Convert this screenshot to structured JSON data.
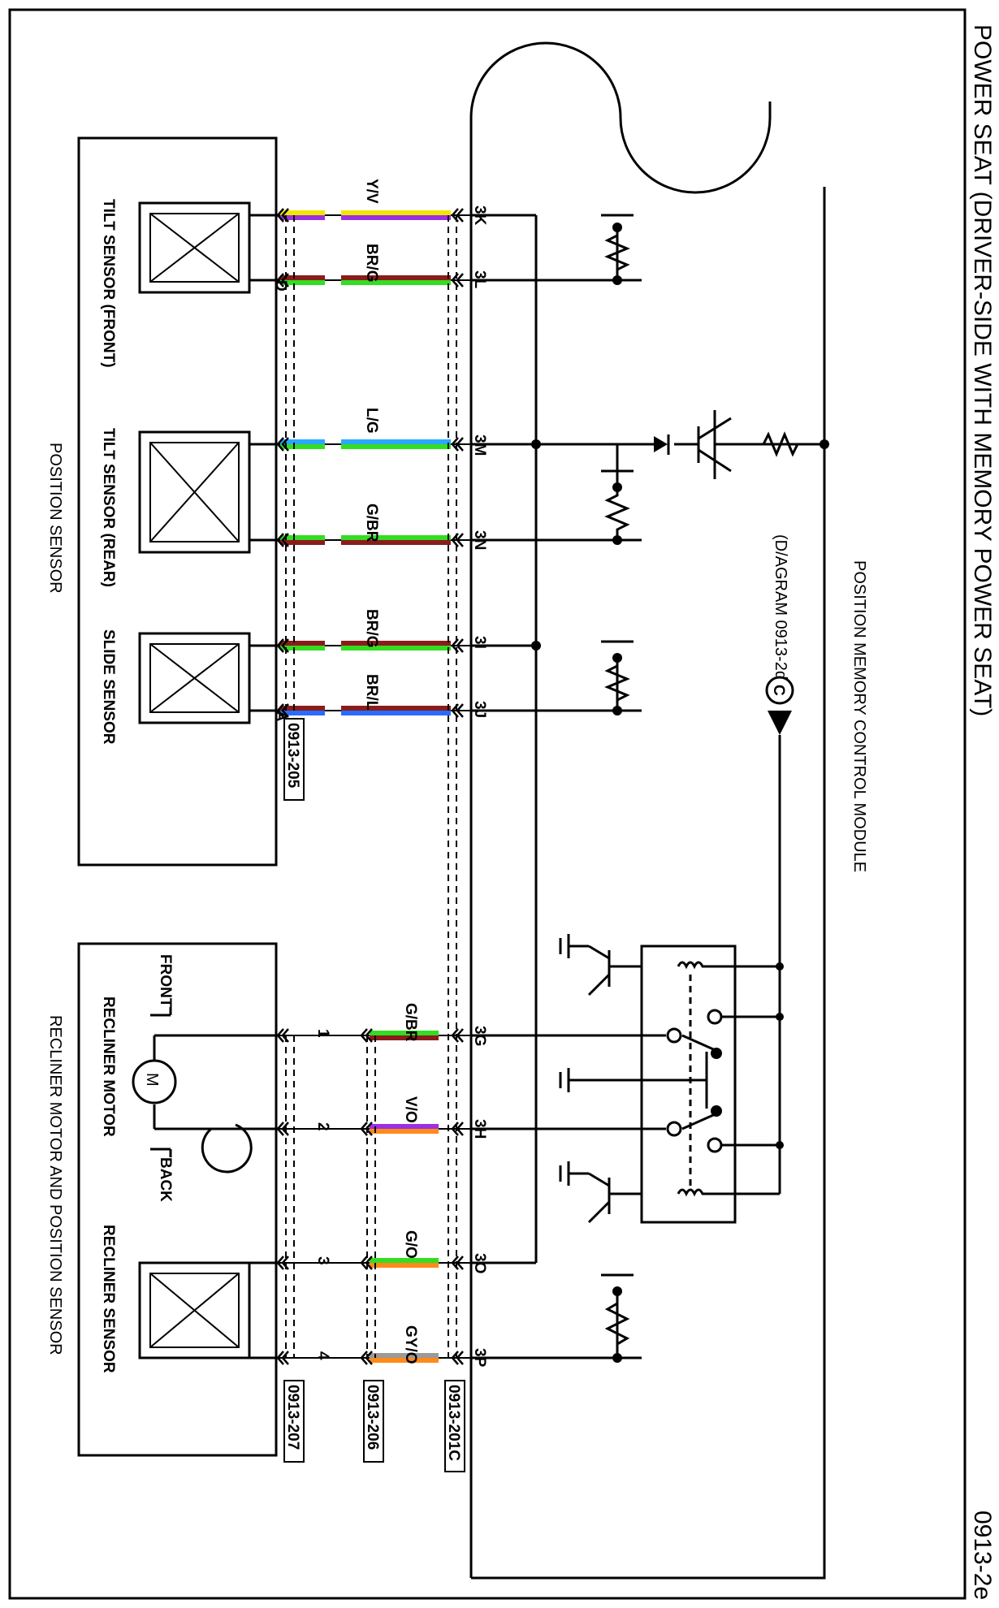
{
  "title": "POWER SEAT (DRIVER-SIDE WITH MEMORY POWER SEAT)",
  "page_code": "0913-2e",
  "module": {
    "name": "POSITION MEMORY CONTROL MODULE",
    "ref": "(D/AGRAM 0913-2d)",
    "ref_symbol": "C",
    "connector": "0913-201C"
  },
  "position_sensor": {
    "name": "POSITION SENSOR",
    "connector": "0913-205",
    "sensors": [
      "TILT SENSOR (FRONT)",
      "TILT SENSOR (REAR)",
      "SLIDE SENSOR"
    ],
    "splice_labels": [
      "D",
      "A"
    ]
  },
  "recliner": {
    "name": "RECLINER MOTOR AND POSITION SENSOR",
    "motor": "RECLINER MOTOR",
    "motor_symbol": "M",
    "sensor": "RECLINER SENSOR",
    "front": "FRONT",
    "back": "BACK",
    "connector_a": "0913-206",
    "connector_b": "0913-207"
  },
  "wires_upper": [
    {
      "pin": "3K",
      "color": "Y/V",
      "c1": "#f2e600",
      "c2": "#9b30e0"
    },
    {
      "pin": "3L",
      "color": "BR/G",
      "c1": "#8a1c1c",
      "c2": "#33dd22"
    },
    {
      "pin": "3M",
      "color": "L/G",
      "c1": "#2aa8ff",
      "c2": "#33dd22"
    },
    {
      "pin": "3N",
      "color": "G/BR",
      "c1": "#33dd22",
      "c2": "#8a1c1c"
    },
    {
      "pin": "3I",
      "color": "BR/G",
      "c1": "#8a1c1c",
      "c2": "#33dd22"
    },
    {
      "pin": "3J",
      "color": "BR/L",
      "c1": "#8a1c1c",
      "c2": "#2a6bff"
    }
  ],
  "wires_lower": [
    {
      "pin": "3G",
      "color": "G/BR",
      "num": "1",
      "c1": "#33dd22",
      "c2": "#8a1c1c"
    },
    {
      "pin": "3H",
      "color": "V/O",
      "num": "2",
      "c1": "#9b30e0",
      "c2": "#ff8a1a"
    },
    {
      "pin": "3O",
      "color": "G/O",
      "num": "3",
      "c1": "#33dd22",
      "c2": "#ff8a1a"
    },
    {
      "pin": "3P",
      "color": "GY/O",
      "num": "4",
      "c1": "#9a9a9a",
      "c2": "#ff8a1a"
    }
  ]
}
